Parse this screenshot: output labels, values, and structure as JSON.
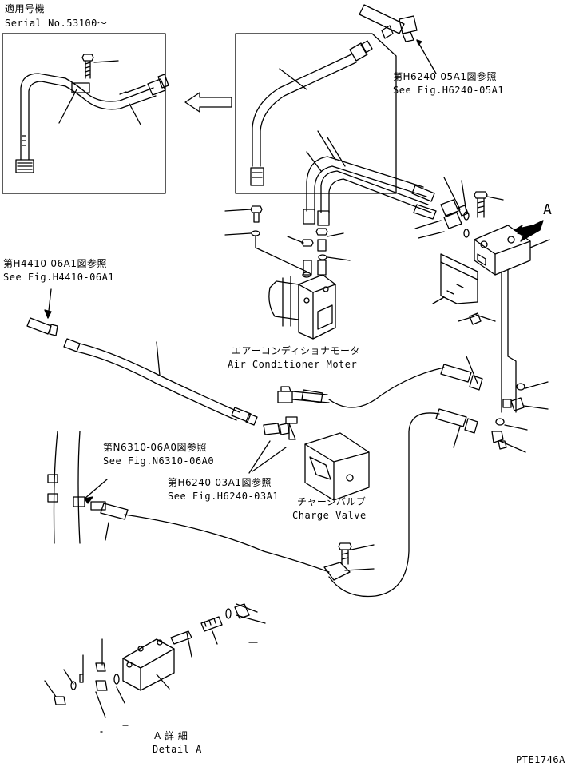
{
  "serial": {
    "applicable_jp": "適用号機",
    "serial_en": "Serial No.53100～"
  },
  "refs": {
    "ref_6240_05_jp": "第H6240-05A1図参照",
    "ref_6240_05_en": "See Fig.H6240-05A1",
    "ref_4410_jp": "第H4410-06A1図参照",
    "ref_4410_en": "See Fig.H4410-06A1",
    "ref_6310_jp": "第N6310-06A0図参照",
    "ref_6310_en": "See Fig.N6310-06A0",
    "ref_6240_03_jp": "第H6240-03A1図参照",
    "ref_6240_03_en": "See Fig.H6240-03A1"
  },
  "components": {
    "motor_jp": "エアーコンディショナモータ",
    "motor_en": "Air Conditioner Moter",
    "valve_jp": "チャージバルブ",
    "valve_en": "Charge Valve",
    "view_letter": "A",
    "detail_jp": "A 詳 細",
    "detail_en": "Detail A"
  },
  "drawing_id": "PTE1746A"
}
